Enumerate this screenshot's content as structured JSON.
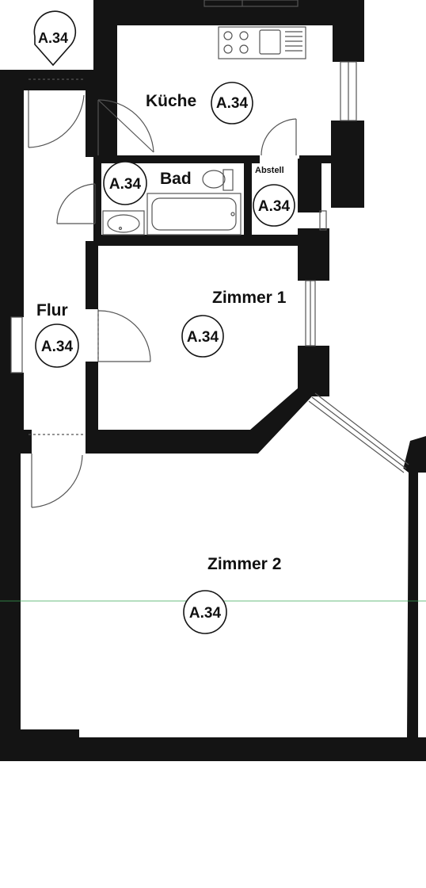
{
  "colors": {
    "wall": "#141414",
    "floor": "#ffffff",
    "line": "#555555",
    "accent_line": "#3aa655"
  },
  "rooms": {
    "kueche": {
      "label": "Küche",
      "badge": "A.34"
    },
    "bad": {
      "label": "Bad",
      "badge": "A.34"
    },
    "abstell": {
      "label": "Abstell",
      "badge": "A.34"
    },
    "zimmer1": {
      "label": "Zimmer 1",
      "badge": "A.34"
    },
    "flur": {
      "label": "Flur",
      "badge": "A.34"
    },
    "zimmer2": {
      "label": "Zimmer 2",
      "badge": "A.34"
    }
  },
  "entrance": {
    "badge": "A.34"
  }
}
